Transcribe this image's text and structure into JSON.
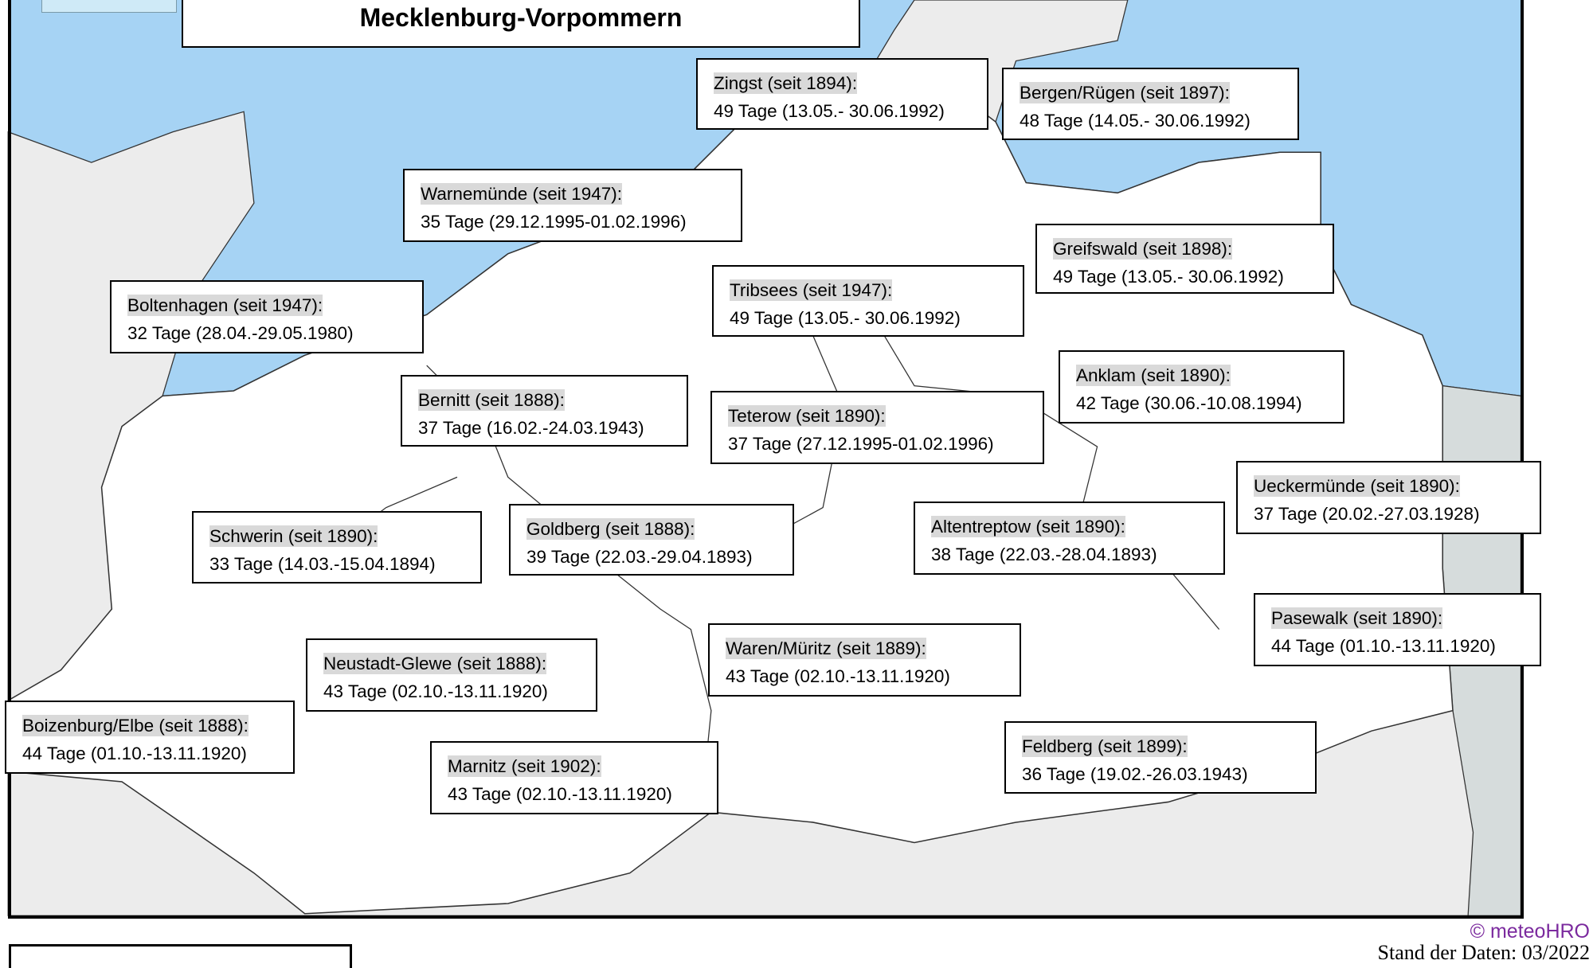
{
  "title": "Mecklenburg-Vorpommern",
  "colors": {
    "sea": "#a6d3f4",
    "state": "#ffffff",
    "neighbor": "#ececec",
    "poland": "#d6dcdc",
    "copyright": "#7b2a9e"
  },
  "stations": [
    {
      "header": "Zingst (seit 1894):",
      "value": "49 Tage (13.05.- 30.06.1992)"
    },
    {
      "header": "Bergen/Rügen (seit 1897):",
      "value": "48 Tage (14.05.- 30.06.1992)"
    },
    {
      "header": "Warnemünde (seit 1947):",
      "value": "35 Tage (29.12.1995-01.02.1996)"
    },
    {
      "header": "Greifswald (seit 1898):",
      "value": "49 Tage (13.05.- 30.06.1992)"
    },
    {
      "header": "Tribsees (seit 1947):",
      "value": "49 Tage (13.05.- 30.06.1992)"
    },
    {
      "header": "Boltenhagen (seit 1947):",
      "value": "32 Tage (28.04.-29.05.1980)"
    },
    {
      "header": "Anklam (seit 1890):",
      "value": "42 Tage (30.06.-10.08.1994)"
    },
    {
      "header": "Bernitt (seit 1888):",
      "value": "37 Tage (16.02.-24.03.1943)"
    },
    {
      "header": "Teterow (seit 1890):",
      "value": "37 Tage (27.12.1995-01.02.1996)"
    },
    {
      "header": "Ueckermünde (seit 1890):",
      "value": "37 Tage (20.02.-27.03.1928)"
    },
    {
      "header": "Schwerin (seit 1890):",
      "value": "33 Tage (14.03.-15.04.1894)"
    },
    {
      "header": "Goldberg (seit 1888):",
      "value": "39 Tage (22.03.-29.04.1893)"
    },
    {
      "header": "Altentreptow (seit 1890):",
      "value": "38 Tage (22.03.-28.04.1893)"
    },
    {
      "header": "Pasewalk (seit 1890):",
      "value": "44 Tage (01.10.-13.11.1920)"
    },
    {
      "header": "Waren/Müritz (seit 1889):",
      "value": "43 Tage (02.10.-13.11.1920)"
    },
    {
      "header": "Neustadt-Glewe (seit 1888):",
      "value": "43 Tage (02.10.-13.11.1920)"
    },
    {
      "header": "Boizenburg/Elbe (seit 1888):",
      "value": "44 Tage (01.10.-13.11.1920)"
    },
    {
      "header": "Feldberg (seit 1899):",
      "value": "36 Tage (19.02.-26.03.1943)"
    },
    {
      "header": "Marnitz (seit 1902):",
      "value": "43 Tage (02.10.-13.11.1920)"
    }
  ],
  "footer": {
    "copyright": "© meteoHRO",
    "stand": "Stand der Daten: 03/2022"
  }
}
